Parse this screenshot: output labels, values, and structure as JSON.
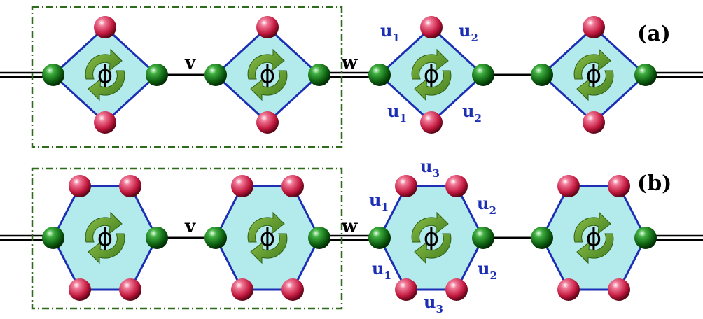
{
  "panels": {
    "a": {
      "label": "(a)"
    },
    "b": {
      "label": "(b)"
    }
  },
  "bonds": {
    "intra": "v",
    "inter": "w"
  },
  "flux_symbol": "ϕ",
  "hopping": {
    "u1": {
      "base": "u",
      "sub": "1"
    },
    "u2": {
      "base": "u",
      "sub": "2"
    },
    "u3": {
      "base": "u",
      "sub": "3"
    }
  },
  "colors": {
    "cell_fill": "#b3eaec",
    "cell_edge": "#1c2fb4",
    "link_site": "#0e6b12",
    "ring_site": "#d0284a",
    "arrow": "#5f9c2a",
    "unit_cell_box": "#2f6b1c",
    "label_blue": "#1c2fb4",
    "bond": "#000000"
  }
}
